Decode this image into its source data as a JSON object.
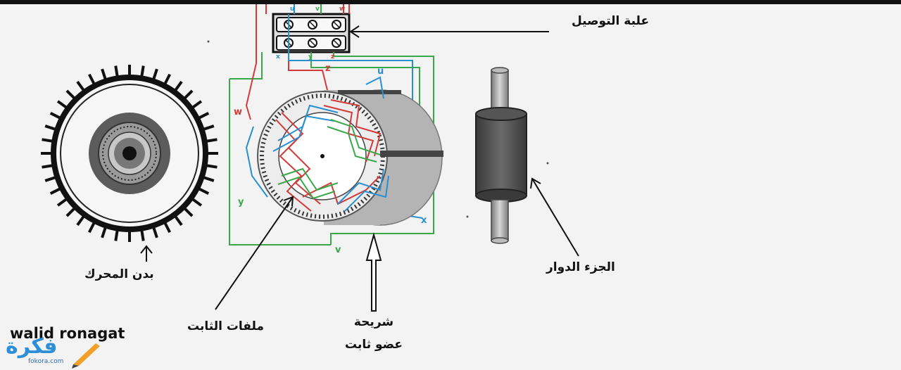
{
  "labels": {
    "terminal_box": "علبة التوصيل",
    "motor_body": "بدن المحرك",
    "stator_coils": "ملفات الثابت",
    "stator_lamination_1": "شريحة",
    "stator_lamination_2": "عضو ثابت",
    "rotor": "الجزء الدوار"
  },
  "wire_labels": {
    "u_top": "u",
    "v_top": "v",
    "w_top": "w",
    "x_bot": "x",
    "y_bot": "y",
    "z_bot": "z",
    "u": "u",
    "w": "w",
    "z": "z",
    "y": "y",
    "v": "v",
    "x": "x"
  },
  "watermark": {
    "author": "walid ronagat",
    "logo": "فكرة",
    "url": "fokora.com"
  },
  "colors": {
    "u_phase": "#2a8fd0",
    "v_phase": "#3aa84a",
    "w_phase": "#d23a3a",
    "housing_fins": "#111111",
    "rotor_body": "#4a4a4a"
  }
}
